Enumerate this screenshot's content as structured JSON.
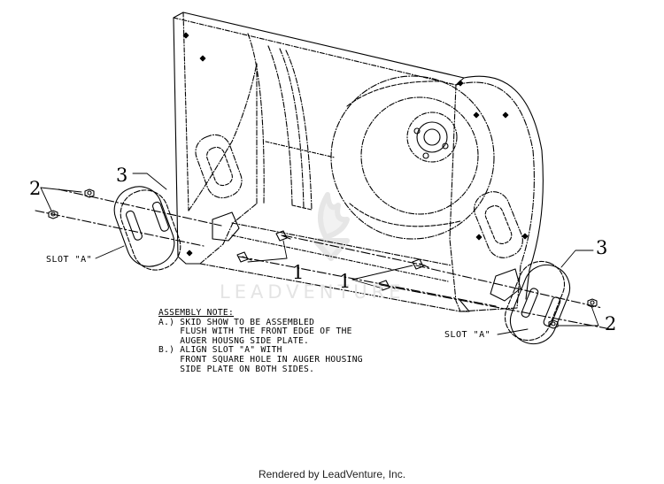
{
  "callouts": {
    "skid_left": "3",
    "skid_right": "3",
    "nut_left": "2",
    "nut_right": "2",
    "bolt_left": "1",
    "bolt_right": "1"
  },
  "slot_labels": {
    "left": "SLOT \"A\"",
    "right": "SLOT \"A\""
  },
  "assembly_note": {
    "title": "ASSEMBLY NOTE:",
    "lines": [
      "A.) SKID SHOW TO BE ASSEMBLED",
      "    FLUSH WITH THE FRONT EDGE OF THE",
      "    AUGER HOUSNG SIDE PLATE.",
      "B.) ALIGN SLOT \"A\" WITH",
      "    FRONT SQUARE HOLE IN AUGER HOUSING",
      "    SIDE PLATE ON BOTH SIDES."
    ]
  },
  "watermark": "LEADVENTURE",
  "footer": "Rendered by LeadVenture, Inc."
}
